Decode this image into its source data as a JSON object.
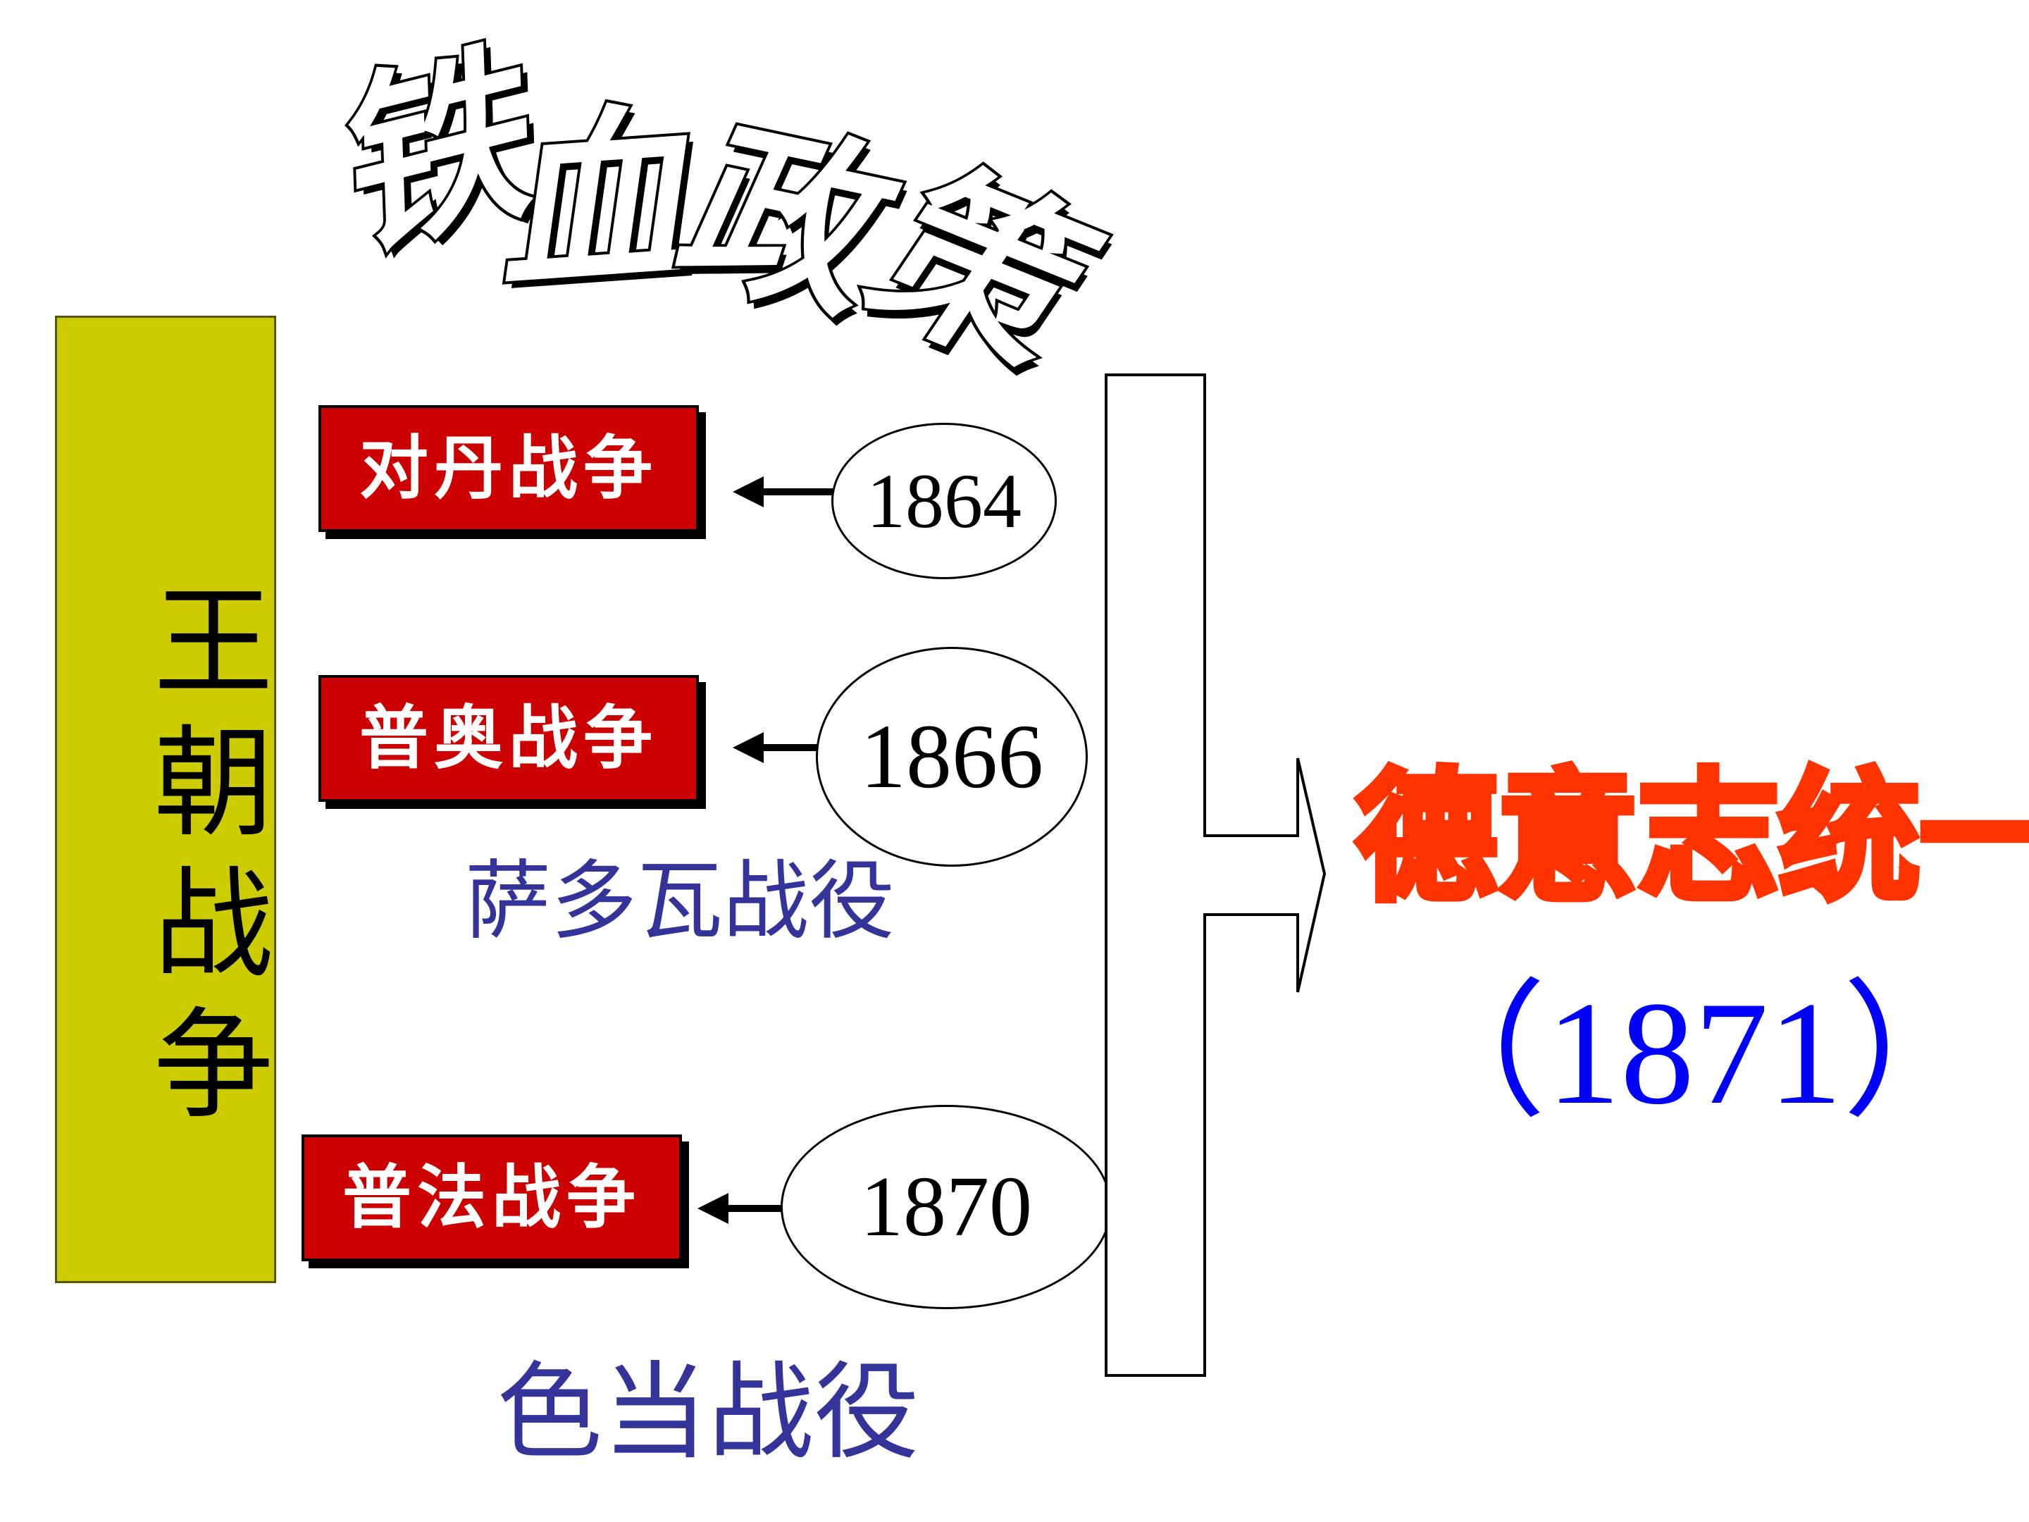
{
  "title": {
    "chars": [
      "铁",
      "血",
      "政",
      "策"
    ]
  },
  "dynasty": {
    "label": "王朝战争"
  },
  "wars": [
    {
      "label": "对丹战争",
      "year": "1864"
    },
    {
      "label": "普奥战争",
      "year": "1866"
    },
    {
      "label": "普法战争",
      "year": "1870"
    }
  ],
  "battles": {
    "sadowa": "萨多瓦战役",
    "sedan": "色当战役"
  },
  "result": {
    "title": "德意志统一",
    "year": "（1871）"
  },
  "colors": {
    "war_box": "#cc0000",
    "dynasty_block": "#cccc00",
    "battle_text": "#333399",
    "result_title": "#ff3300",
    "result_year": "#0000ff"
  }
}
